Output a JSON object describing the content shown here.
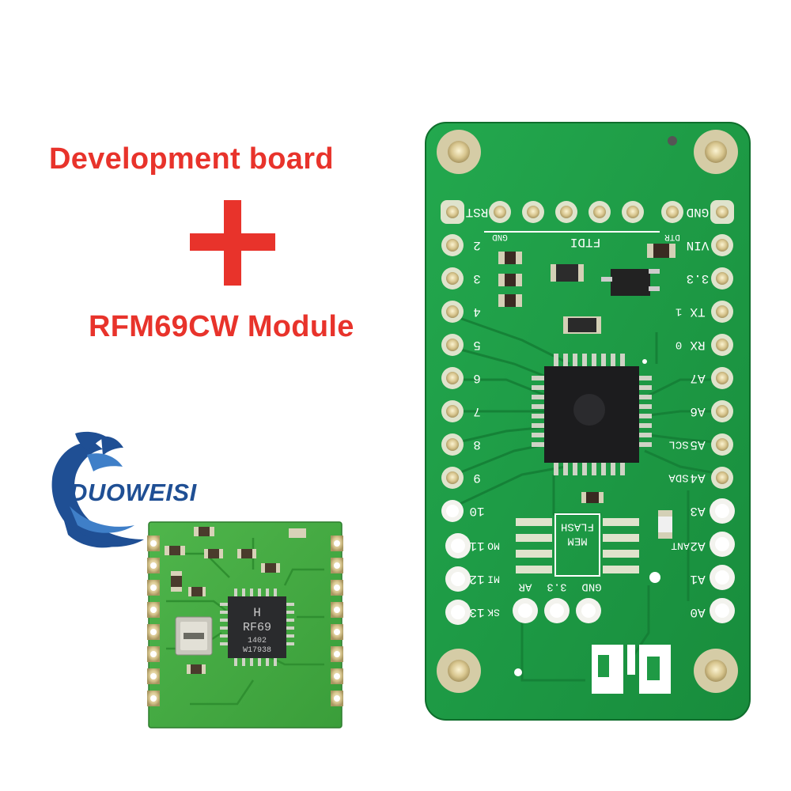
{
  "headline": {
    "line1": "Development board",
    "line2": "RFM69CW Module"
  },
  "brand": {
    "name": "DUOWEISI"
  },
  "board": {
    "left_labels": [
      "RST",
      "2",
      "3",
      "4",
      "5",
      "6",
      "7",
      "8",
      "9",
      "10",
      "11",
      "12",
      "13"
    ],
    "right_labels": [
      "GND",
      "VIN",
      "3.3",
      "TX",
      "RX",
      "A7",
      "A6",
      "A5",
      "A4",
      "A3",
      "A2",
      "A1",
      "A0"
    ],
    "right_alt_labels": [
      "",
      "",
      "",
      "1",
      "0",
      "",
      "",
      "SCL",
      "SDA",
      "",
      "",
      "",
      ""
    ],
    "ftdi_label": "FTDI",
    "ftdi_pins": [
      "GND",
      "DTR"
    ],
    "flash_label_1": "FLASH",
    "flash_label_2": "MEM",
    "bottom_pins": [
      "AR",
      "3.3",
      "GND"
    ],
    "spi_labels": [
      "MO",
      "MI",
      "SK"
    ],
    "ant_label": "ANT"
  },
  "module": {
    "chip_logo": "H",
    "chip_name": "RF69",
    "chip_code_1": "1402",
    "chip_code_2": "W17938"
  },
  "colors": {
    "headline": "#e8332b",
    "pcb": "#1f9a45",
    "pcb_dark": "#127a32",
    "silkscreen": "#ffffff",
    "brand": "#1f4f94"
  }
}
